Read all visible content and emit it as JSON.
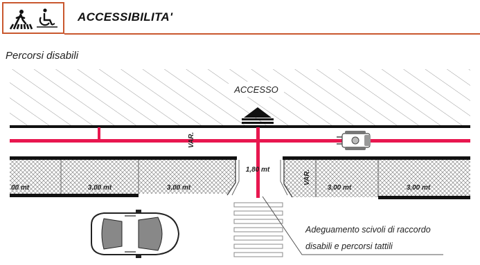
{
  "header": {
    "title": "ACCESSIBILITA'",
    "icons": [
      "pedestrian-crossing-icon",
      "wheelchair-icon"
    ],
    "accent_color": "#c9572e"
  },
  "section": {
    "subtitle": "Percorsi disabili"
  },
  "diagram": {
    "access_label": "ACCESSO",
    "var_left": "VAR.",
    "var_right": "VAR.",
    "gap_width": "1,80 mt",
    "widths_left": [
      "00 mt",
      "3,00 mt",
      "3,00 mt"
    ],
    "widths_right": [
      "3,00 mt",
      "3,00 mt"
    ],
    "path_color": "#e8174f",
    "annotation_line1": "Adeguamento scivoli di raccordo",
    "annotation_line2": "disabili e percorsi tattili"
  }
}
